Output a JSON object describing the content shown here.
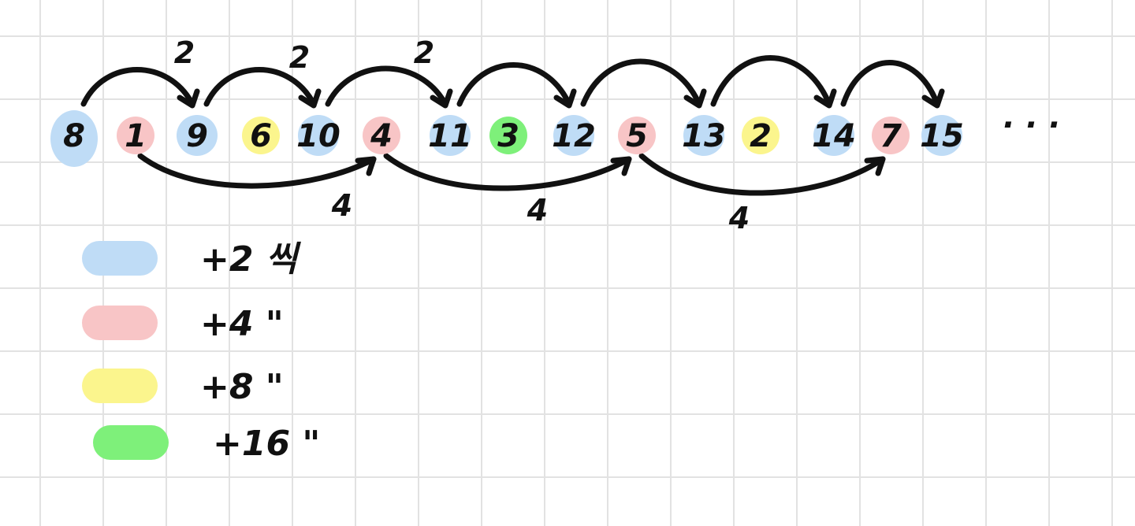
{
  "sequence": {
    "numbers": [
      {
        "label": "8",
        "color": "blue"
      },
      {
        "label": "1",
        "color": "red"
      },
      {
        "label": "9",
        "color": "blue"
      },
      {
        "label": "6",
        "color": "yellow"
      },
      {
        "label": "10",
        "color": "blue"
      },
      {
        "label": "4",
        "color": "red"
      },
      {
        "label": "11",
        "color": "blue"
      },
      {
        "label": "3",
        "color": "green"
      },
      {
        "label": "12",
        "color": "blue"
      },
      {
        "label": "5",
        "color": "red"
      },
      {
        "label": "13",
        "color": "blue"
      },
      {
        "label": "2",
        "color": "yellow"
      },
      {
        "label": "14",
        "color": "blue"
      },
      {
        "label": "7",
        "color": "red"
      },
      {
        "label": "15",
        "color": "blue"
      }
    ],
    "ellipsis": "· · ·"
  },
  "top_jumps": [
    {
      "from": 0,
      "to": 2,
      "label": "2"
    },
    {
      "from": 2,
      "to": 4,
      "label": "2"
    },
    {
      "from": 4,
      "to": 6,
      "label": "2"
    },
    {
      "from": 6,
      "to": 8,
      "label": ""
    },
    {
      "from": 8,
      "to": 10,
      "label": ""
    },
    {
      "from": 10,
      "to": 12,
      "label": ""
    },
    {
      "from": 12,
      "to": 14,
      "label": ""
    }
  ],
  "bottom_jumps": [
    {
      "from": 1,
      "to": 5,
      "label": "4"
    },
    {
      "from": 5,
      "to": 9,
      "label": "4"
    },
    {
      "from": 9,
      "to": 13,
      "label": "4"
    }
  ],
  "legend": [
    {
      "color": "blue",
      "label": "+2 씩"
    },
    {
      "color": "red",
      "label": "+4 \""
    },
    {
      "color": "yellow",
      "label": "+8 \""
    },
    {
      "color": "green",
      "label": "+16 \""
    }
  ],
  "colors": {
    "blue": "#bfdcf6",
    "red": "#f8c5c6",
    "yellow": "#fbf58d",
    "green": "#7ef07a"
  }
}
